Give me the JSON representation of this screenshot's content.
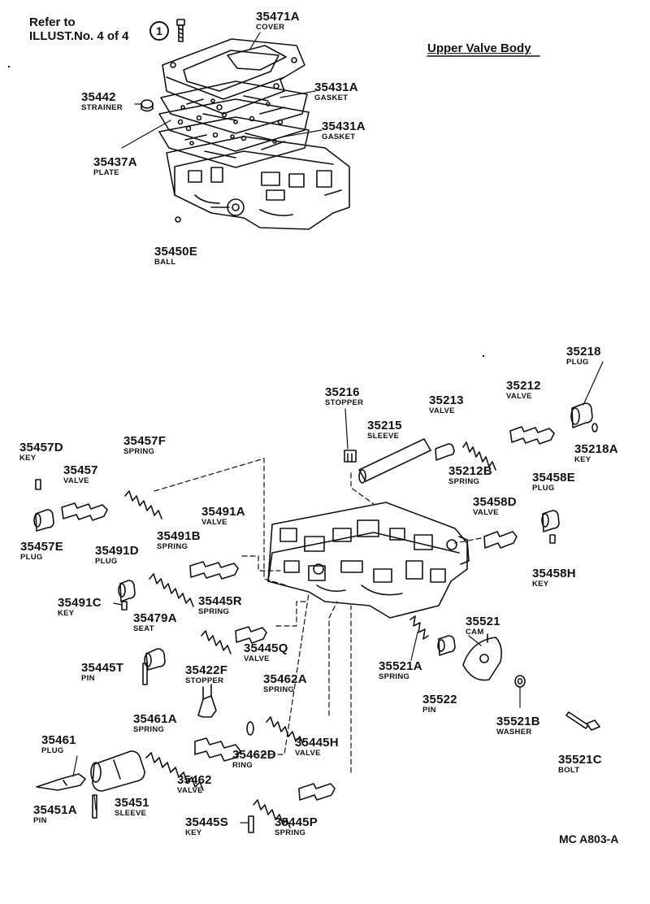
{
  "header": {
    "refer_line1": "Refer to",
    "refer_line2": "ILLUST.No. 4 of 4",
    "ref_symbol": "1",
    "title": "Upper Valve Body"
  },
  "footer": {
    "code": "MC A803-A"
  },
  "parts": [
    {
      "id": "p35471A",
      "pn": "35471A",
      "name": "COVER"
    },
    {
      "id": "p35431A_1",
      "pn": "35431A",
      "name": "GASKET"
    },
    {
      "id": "p35431A_2",
      "pn": "35431A",
      "name": "GASKET"
    },
    {
      "id": "p35442",
      "pn": "35442",
      "name": "STRAINER"
    },
    {
      "id": "p35437A",
      "pn": "35437A",
      "name": "PLATE"
    },
    {
      "id": "p35450E",
      "pn": "35450E",
      "name": "BALL"
    },
    {
      "id": "p35218",
      "pn": "35218",
      "name": "PLUG"
    },
    {
      "id": "p35216",
      "pn": "35216",
      "name": "STOPPER"
    },
    {
      "id": "p35213",
      "pn": "35213",
      "name": "VALVE"
    },
    {
      "id": "p35212",
      "pn": "35212",
      "name": "VALVE"
    },
    {
      "id": "p35215",
      "pn": "35215",
      "name": "SLEEVE"
    },
    {
      "id": "p35218A",
      "pn": "35218A",
      "name": "KEY"
    },
    {
      "id": "p35212B",
      "pn": "35212B",
      "name": "SPRING"
    },
    {
      "id": "p35457D",
      "pn": "35457D",
      "name": "KEY"
    },
    {
      "id": "p35457F",
      "pn": "35457F",
      "name": "SPRING"
    },
    {
      "id": "p35457",
      "pn": "35457",
      "name": "VALVE"
    },
    {
      "id": "p35458E",
      "pn": "35458E",
      "name": "PLUG"
    },
    {
      "id": "p35458D",
      "pn": "35458D",
      "name": "VALVE"
    },
    {
      "id": "p35457E",
      "pn": "35457E",
      "name": "PLUG"
    },
    {
      "id": "p35491A",
      "pn": "35491A",
      "name": "VALVE"
    },
    {
      "id": "p35491B",
      "pn": "35491B",
      "name": "SPRING"
    },
    {
      "id": "p35491D",
      "pn": "35491D",
      "name": "PLUG"
    },
    {
      "id": "p35458H",
      "pn": "35458H",
      "name": "KEY"
    },
    {
      "id": "p35491C",
      "pn": "35491C",
      "name": "KEY"
    },
    {
      "id": "p35445R",
      "pn": "35445R",
      "name": "SPRING"
    },
    {
      "id": "p35479A",
      "pn": "35479A",
      "name": "SEAT"
    },
    {
      "id": "p35521",
      "pn": "35521",
      "name": "CAM"
    },
    {
      "id": "p35445Q",
      "pn": "35445Q",
      "name": "VALVE"
    },
    {
      "id": "p35445T",
      "pn": "35445T",
      "name": "PIN"
    },
    {
      "id": "p35521A",
      "pn": "35521A",
      "name": "SPRING"
    },
    {
      "id": "p35422F",
      "pn": "35422F",
      "name": "STOPPER"
    },
    {
      "id": "p35462A",
      "pn": "35462A",
      "name": "SPRING"
    },
    {
      "id": "p35522",
      "pn": "35522",
      "name": "PIN"
    },
    {
      "id": "p35461A",
      "pn": "35461A",
      "name": "SPRING"
    },
    {
      "id": "p35521B",
      "pn": "35521B",
      "name": "WASHER"
    },
    {
      "id": "p35461",
      "pn": "35461",
      "name": "PLUG"
    },
    {
      "id": "p35445H",
      "pn": "35445H",
      "name": "VALVE"
    },
    {
      "id": "p35462D",
      "pn": "35462D",
      "name": "RING"
    },
    {
      "id": "p35521C",
      "pn": "35521C",
      "name": "BOLT"
    },
    {
      "id": "p35462",
      "pn": "35462",
      "name": "VALVE"
    },
    {
      "id": "p35451",
      "pn": "35451",
      "name": "SLEEVE"
    },
    {
      "id": "p35451A",
      "pn": "35451A",
      "name": "PIN"
    },
    {
      "id": "p35445S",
      "pn": "35445S",
      "name": "KEY"
    },
    {
      "id": "p35445P",
      "pn": "35445P",
      "name": "SPRING"
    }
  ]
}
